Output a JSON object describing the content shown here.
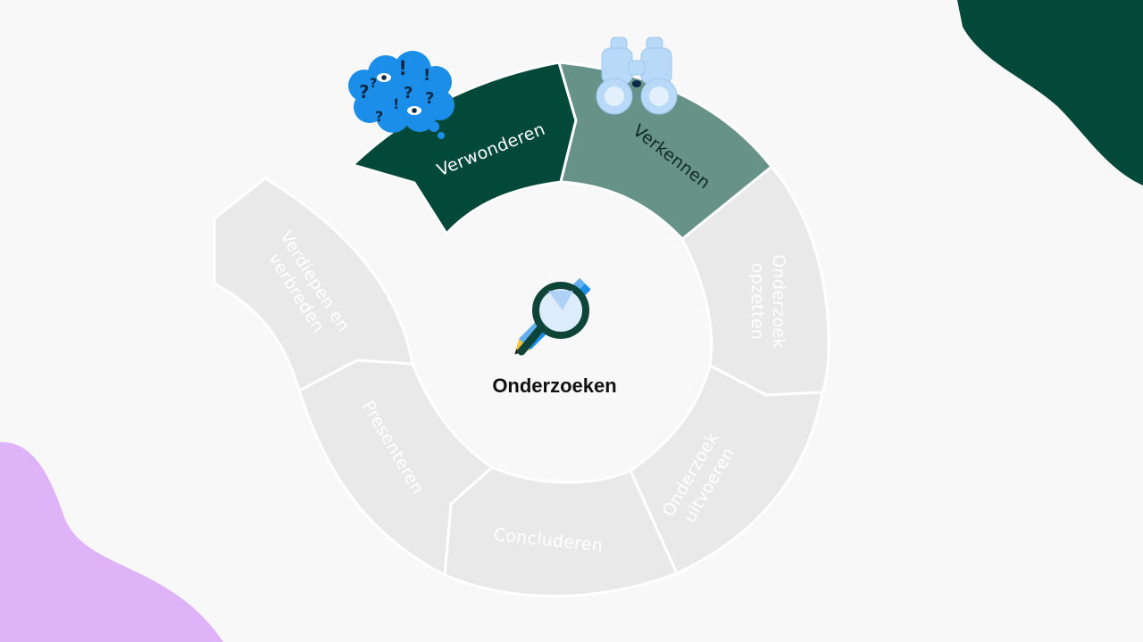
{
  "colors": {
    "background": "#f8f8f8",
    "active_dark": "#02493a",
    "active_medium": "#679287",
    "inactive": "#e9e9e9",
    "inactive_text": "#ffffff",
    "active_text_light": "#ffffff",
    "active_text_dark": "#0f2a22",
    "blob_green": "#02493a",
    "blob_purple": "#deb3f7",
    "icon_blue": "#1a8ee8",
    "icon_light_blue": "#b9d9f8",
    "center_text": "#111111"
  },
  "center": {
    "title": "Onderzoeken",
    "icon": "magnifier-pencil-icon"
  },
  "steps": [
    {
      "id": "verwonderen",
      "lines": [
        "Verwonderen"
      ],
      "state": "active",
      "icon": "thought-cloud-icon"
    },
    {
      "id": "verkennen",
      "lines": [
        "Verkennen"
      ],
      "state": "current",
      "icon": "binoculars-icon"
    },
    {
      "id": "onderzoek-opzetten",
      "lines": [
        "Onderzoek",
        "opzetten"
      ],
      "state": "inactive"
    },
    {
      "id": "onderzoek-uitvoeren",
      "lines": [
        "Onderzoek",
        "uitvoeren"
      ],
      "state": "inactive"
    },
    {
      "id": "concluderen",
      "lines": [
        "Concluderen"
      ],
      "state": "inactive"
    },
    {
      "id": "presenteren",
      "lines": [
        "Presenteren"
      ],
      "state": "inactive"
    },
    {
      "id": "verdiepen-en-verbreden",
      "lines": [
        "Verdiepen en",
        "verbreden"
      ],
      "state": "inactive"
    }
  ]
}
